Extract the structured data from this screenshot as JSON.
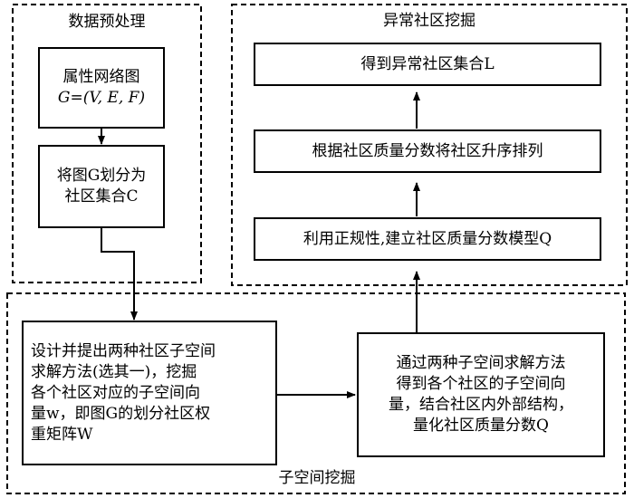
{
  "groups": {
    "preprocessing": {
      "title": "数据预处理"
    },
    "anomaly": {
      "title": "异常社区挖掘"
    },
    "subspace": {
      "title": "子空间挖掘"
    }
  },
  "nodes": {
    "attribute_graph": {
      "lines": [
        "属性网络图",
        "G=(V, E, F)"
      ]
    },
    "partition": {
      "lines": [
        "将图G划分为",
        "社区集合C"
      ]
    },
    "design": {
      "lines": [
        "设计并提出两种社区子空间",
        "求解方法(选其一)，挖掘",
        "各个社区对应的子空间向",
        "量w，即图G的划分社区权",
        "重矩阵W"
      ]
    },
    "quantify": {
      "lines": [
        "通过两种子空间求解方法",
        "得到各个社区的子空间向",
        "量，结合社区内外部结构，",
        "量化社区质量分数Q"
      ]
    },
    "model": {
      "lines": [
        "利用正规性,建立社区质量分数模型Q"
      ]
    },
    "sort": {
      "lines": [
        "根据社区质量分数将社区升序排列"
      ]
    },
    "result": {
      "lines": [
        "得到异常社区集合L"
      ]
    }
  }
}
